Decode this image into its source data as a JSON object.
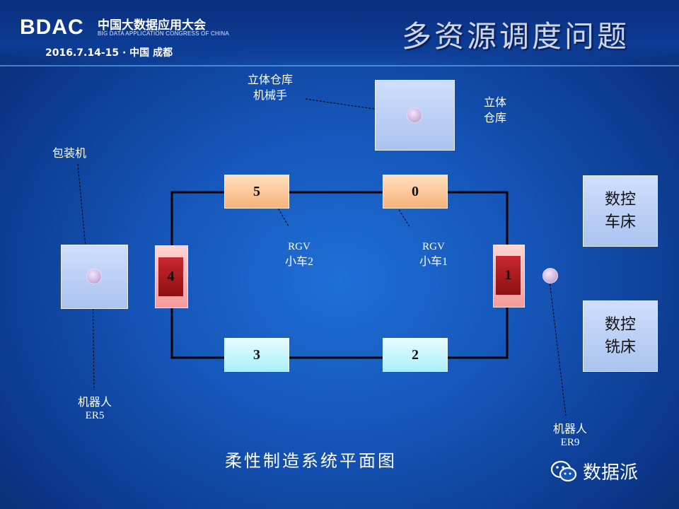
{
  "header": {
    "logo_text": "BDAC",
    "conference_name": "中国大数据应用大会",
    "conference_en": "BIG DATA APPLICATION CONGRESS OF CHINA",
    "conference_date": "2016.7.14-15 · 中国 成都",
    "slide_title": "多资源调度问题"
  },
  "diagram": {
    "warehouse_arm_label": [
      "立体仓库",
      "机械手"
    ],
    "warehouse_label": [
      "立体",
      "仓库"
    ],
    "packer_label": "包装机",
    "robot_er5_label": [
      "机器人",
      "ER5"
    ],
    "robot_er9_label": [
      "机器人",
      "ER9"
    ],
    "rgv2_label": [
      "RGV",
      "小车2"
    ],
    "rgv1_label": [
      "RGV",
      "小车1"
    ],
    "stations": {
      "s0": "0",
      "s1": "1",
      "s2": "2",
      "s3": "3",
      "s4": "4",
      "s5": "5"
    },
    "lathe_label": [
      "数控",
      "车床"
    ],
    "mill_label": [
      "数控",
      "铣床"
    ],
    "caption": "柔性制造系统平面图"
  },
  "watermark": {
    "text": "数据派",
    "icon": "wechat-icon"
  }
}
